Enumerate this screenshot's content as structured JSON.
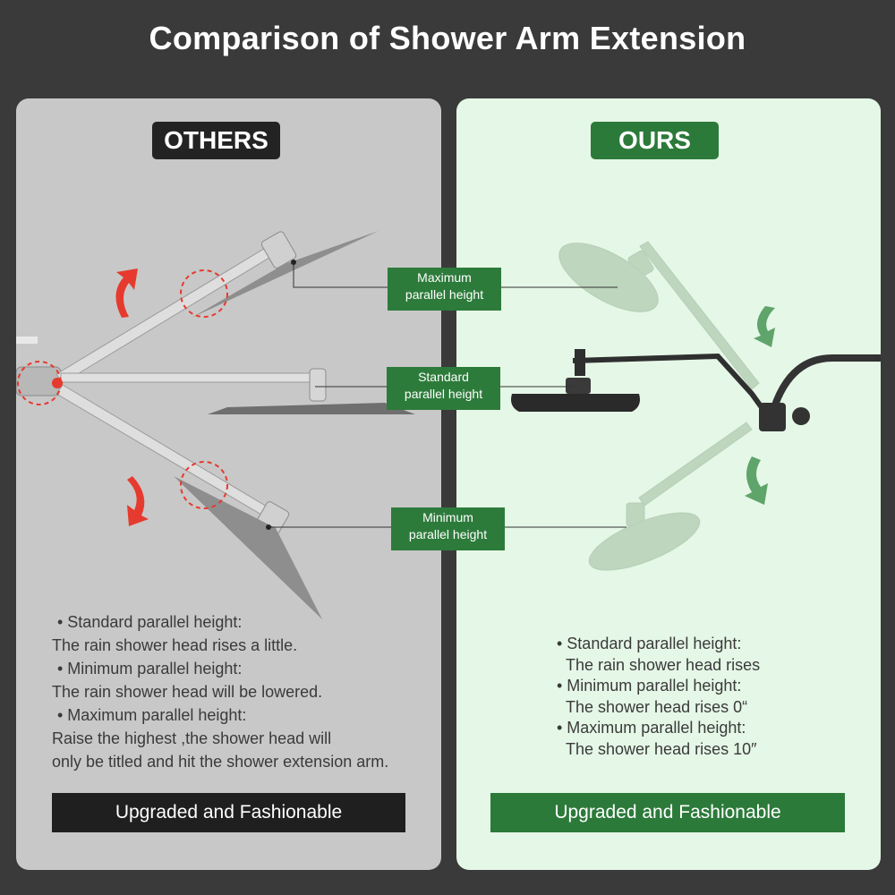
{
  "title": "Comparison of Shower Arm Extension",
  "others": {
    "tag": "OTHERS",
    "bullets": [
      {
        "head": "• Standard parallel height:",
        "body": "The rain shower head rises a little."
      },
      {
        "head": "• Minimum parallel height:",
        "body": "The rain shower head will be lowered."
      },
      {
        "head": "• Maximum parallel height:",
        "body": "Raise the highest ,the shower head will"
      },
      {
        "head": "",
        "body": "only be titled and hit the shower extension arm."
      }
    ],
    "button": "Upgraded and Fashionable"
  },
  "ours": {
    "tag": "OURS",
    "bullets": [
      {
        "head": "• Standard parallel height:",
        "body": "The rain shower head rises"
      },
      {
        "head": "• Minimum parallel height:",
        "body": "The shower head rises 0“"
      },
      {
        "head": "• Maximum parallel height:",
        "body": "The shower head rises 10″"
      }
    ],
    "button": "Upgraded and Fashionable"
  },
  "labels": {
    "max": [
      "Maximum",
      "parallel height"
    ],
    "std": [
      "Standard",
      "parallel height"
    ],
    "min": [
      "Minimum",
      "parallel height"
    ]
  },
  "colors": {
    "background": "#3a3a3a",
    "others_panel": "#c8c8c8",
    "ours_panel": "#e5f7e6",
    "green": "#2c7a3a",
    "dark": "#1f1f1f",
    "red_arrow": "#e63a2e"
  }
}
